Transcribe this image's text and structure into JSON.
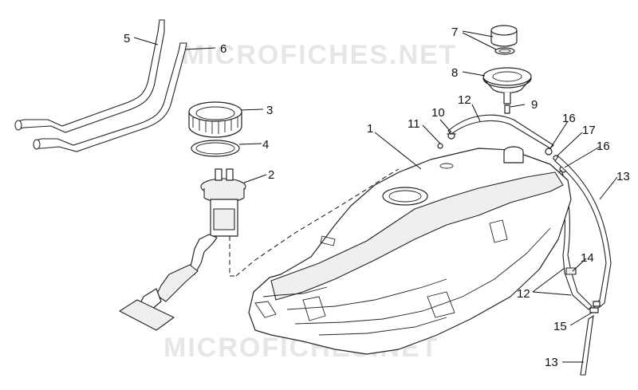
{
  "watermark": {
    "text": "MICROFICHES.NET"
  },
  "callouts": [
    "1",
    "2",
    "3",
    "4",
    "5",
    "6",
    "7",
    "8",
    "9",
    "10",
    "11",
    "12",
    "13",
    "14",
    "15",
    "16",
    "17"
  ],
  "labels": [
    {
      "id": "l1",
      "text": "1"
    },
    {
      "id": "l2",
      "text": "2"
    },
    {
      "id": "l3",
      "text": "3"
    },
    {
      "id": "l4",
      "text": "4"
    },
    {
      "id": "l5",
      "text": "5"
    },
    {
      "id": "l6",
      "text": "6"
    },
    {
      "id": "l7",
      "text": "7"
    },
    {
      "id": "l8",
      "text": "8"
    },
    {
      "id": "l9",
      "text": "9"
    },
    {
      "id": "l10",
      "text": "10"
    },
    {
      "id": "l11",
      "text": "11"
    },
    {
      "id": "l12a",
      "text": "12"
    },
    {
      "id": "l12b",
      "text": "12"
    },
    {
      "id": "l13a",
      "text": "13"
    },
    {
      "id": "l13b",
      "text": "13"
    },
    {
      "id": "l14",
      "text": "14"
    },
    {
      "id": "l15",
      "text": "15"
    },
    {
      "id": "l16a",
      "text": "16"
    },
    {
      "id": "l16b",
      "text": "16"
    },
    {
      "id": "l17",
      "text": "17"
    }
  ]
}
